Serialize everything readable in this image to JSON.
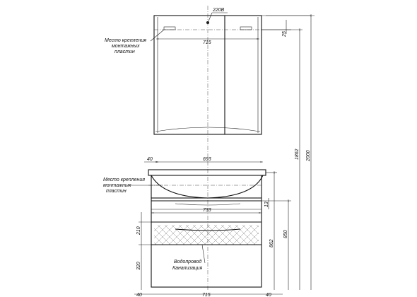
{
  "labels": {
    "voltage": "220В",
    "mount_top_line1": "Место крепления",
    "mount_top_line2": "монтажных",
    "mount_top_line3": "пластин",
    "mount_bottom_line1": "Место крепления",
    "mount_bottom_line2": "монтажных",
    "mount_bottom_line3": "пластин",
    "water_line1": "Водопровод",
    "water_line2": "Канализация"
  },
  "dimensions": {
    "cabinet_width": "715",
    "top_offset": "25",
    "height_1862": "1862",
    "height_2000": "2000",
    "left_40": "40",
    "width_693": "693",
    "width_733": "733",
    "h_13": "13",
    "h_210": "210",
    "h_850": "850",
    "h_862": "862",
    "h_320": "320",
    "bottom_715": "715",
    "bottom_left_40": "40",
    "bottom_right_40": "40"
  }
}
